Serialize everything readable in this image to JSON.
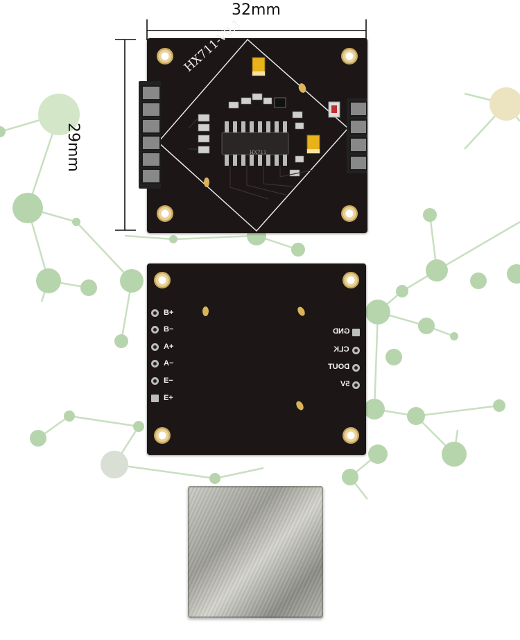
{
  "dimensions": {
    "width_label": "32mm",
    "height_label": "29mm"
  },
  "front_board": {
    "silkscreen_title": "HX711-V0.1",
    "chip_marking": "HX711"
  },
  "back_board": {
    "left_pins": [
      "B+",
      "B−",
      "A+",
      "A−",
      "E−",
      "E+"
    ],
    "right_pins": [
      "GND",
      "CLK",
      "DOUT",
      "5V"
    ]
  },
  "colors": {
    "pcb": "#1c1616",
    "network": "#a9cf9e",
    "shield": "#b4b4ad"
  }
}
